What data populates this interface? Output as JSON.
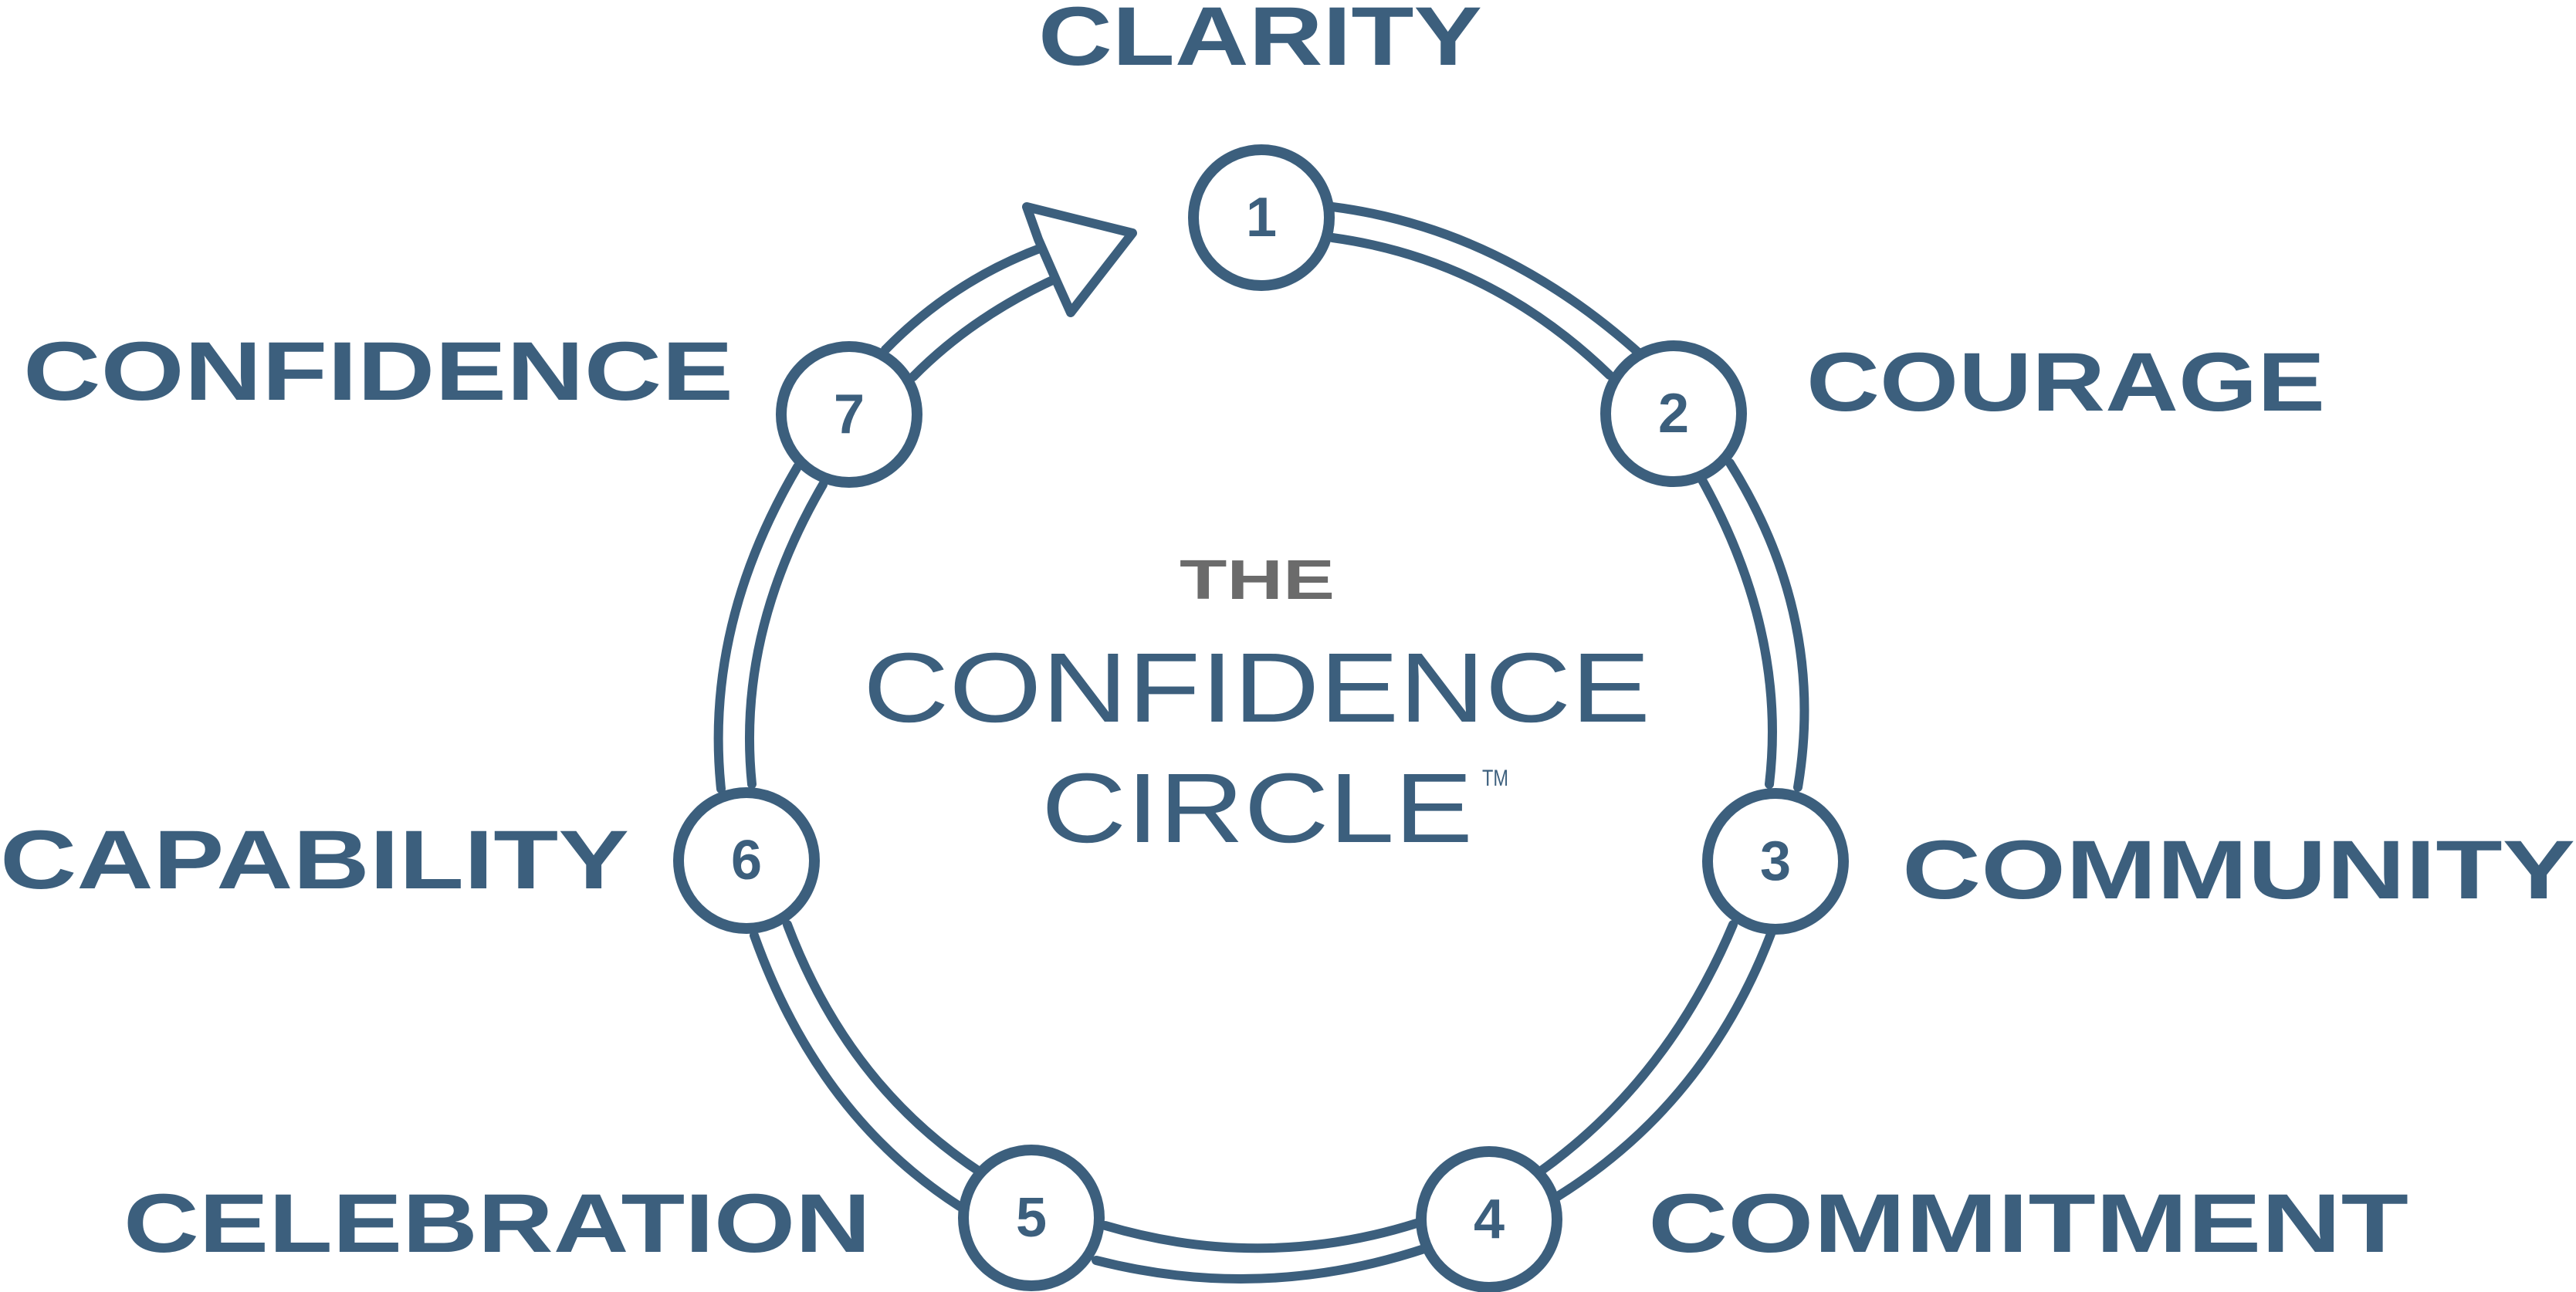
{
  "center": {
    "the": "THE",
    "line1": "CONFIDENCE",
    "line2": "CIRCLE",
    "tm": "TM"
  },
  "steps": [
    {
      "number": "1",
      "label": "CLARITY"
    },
    {
      "number": "2",
      "label": "COURAGE"
    },
    {
      "number": "3",
      "label": "COMMUNITY"
    },
    {
      "number": "4",
      "label": "COMMITMENT"
    },
    {
      "number": "5",
      "label": "CELEBRATION"
    },
    {
      "number": "6",
      "label": "CAPABILITY"
    },
    {
      "number": "7",
      "label": "CONFIDENCE"
    }
  ],
  "colors": {
    "primary": "#3c5f7d",
    "secondary": "#6b6b6b",
    "background": "#ffffff"
  }
}
